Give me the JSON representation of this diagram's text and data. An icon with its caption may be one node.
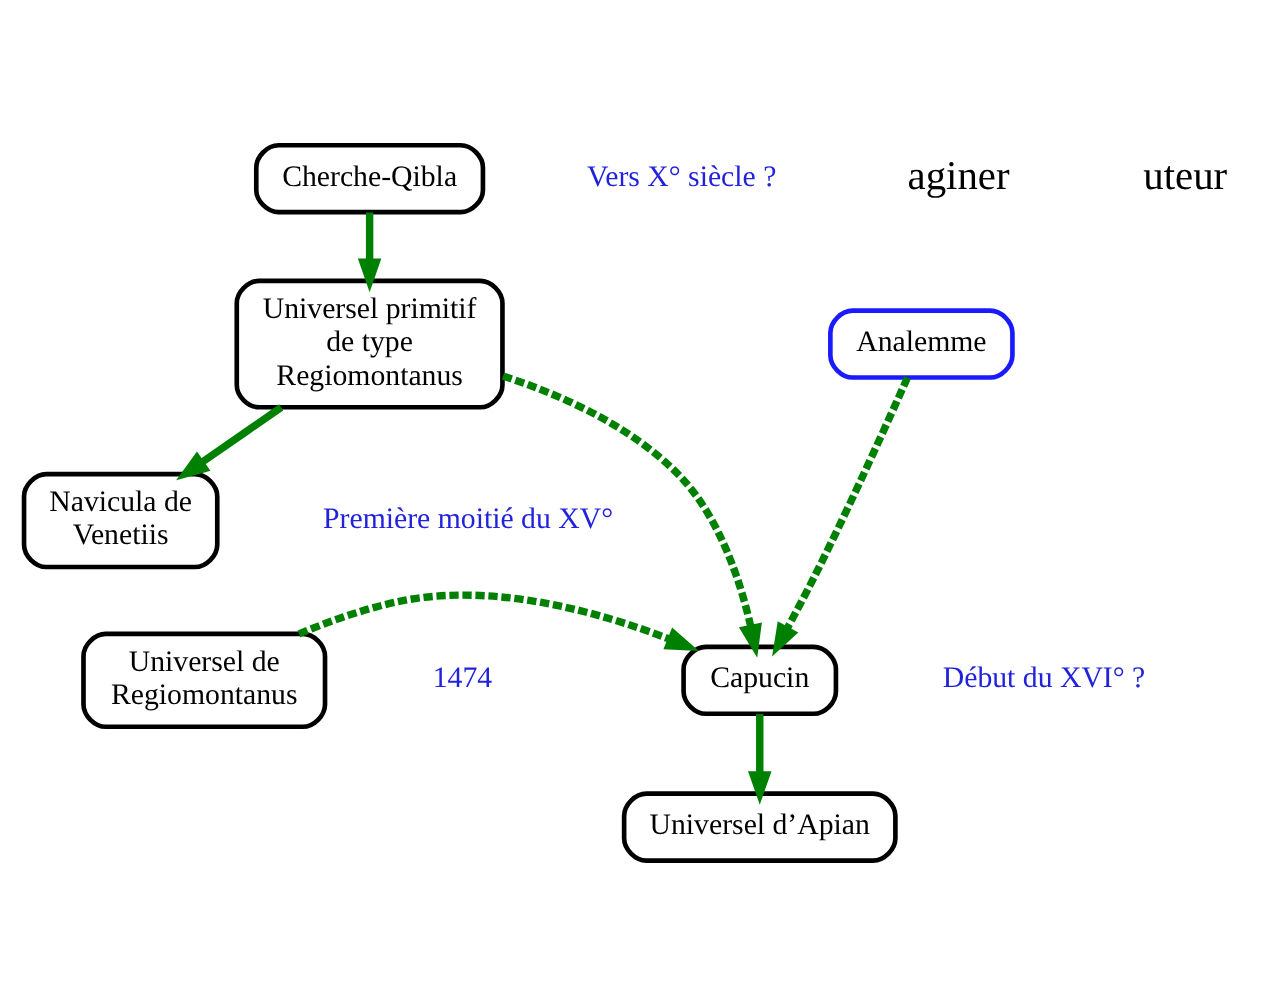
{
  "diagram": {
    "nodes": [
      {
        "text": [
          "Cherche-Qibla"
        ],
        "beside": [
          "Vers X° siècle ?"
        ]
      },
      {
        "text": [
          "Universel primitif de type Regiomontanus"
        ]
      },
      {
        "text": [
          "Analemme"
        ]
      },
      {
        "text": [
          "Navicula de Venetiis"
        ],
        "beside": [
          "Première moitié du XV°"
        ]
      },
      {
        "text": [
          "Capucin"
        ],
        "beside": [
          "Début du XVI° ?"
        ]
      },
      {
        "text": [
          "Universel de Regiomontanus"
        ],
        "beside": [
          "1474"
        ]
      },
      {
        "text": [
          "Universel d’Apian"
        ]
      }
    ],
    "edges": [
      {
        "from": 0,
        "to": 1,
        "arrow": "to"
      },
      {
        "from": 1,
        "to": 3,
        "arrow": "to"
      },
      {
        "from": 1,
        "to": 4,
        "arrow": "to",
        "style": "dashed"
      },
      {
        "from": 2,
        "to": 4,
        "arrow": "to",
        "style": "dashed"
      },
      {
        "from": 5,
        "to": 4,
        "arrow": "to",
        "style": "dashed"
      },
      {
        "from": 4,
        "to": 6,
        "arrow": "to"
      }
    ],
    "labels": [
      "aginer",
      "uteur"
    ]
  }
}
